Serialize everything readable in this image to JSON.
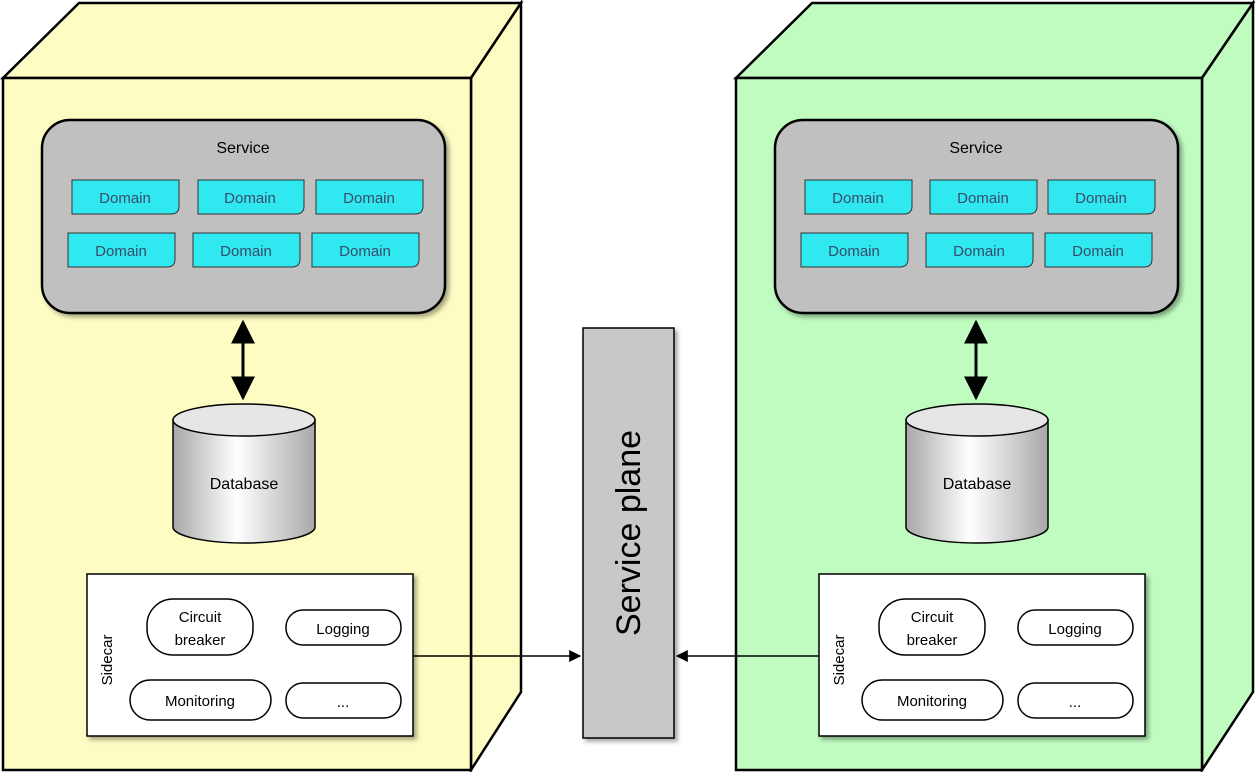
{
  "colors": {
    "left_container": "#fdfcc3",
    "right_container": "#c0fcc0",
    "service_box": "#c0c0c0",
    "domain_box": "#30e8f0",
    "plane_box": "#c8c8c8"
  },
  "left": {
    "service_label": "Service",
    "domains": [
      "Domain",
      "Domain",
      "Domain",
      "Domain",
      "Domain",
      "Domain"
    ],
    "database_label": "Database",
    "sidecar": {
      "label": "Sidecar",
      "circuit_line1": "Circuit",
      "circuit_line2": "breaker",
      "logging": "Logging",
      "monitoring": "Monitoring",
      "more": "..."
    }
  },
  "right": {
    "service_label": "Service",
    "domains": [
      "Domain",
      "Domain",
      "Domain",
      "Domain",
      "Domain",
      "Domain"
    ],
    "database_label": "Database",
    "sidecar": {
      "label": "Sidecar",
      "circuit_line1": "Circuit",
      "circuit_line2": "breaker",
      "logging": "Logging",
      "monitoring": "Monitoring",
      "more": "..."
    }
  },
  "service_plane": {
    "label": "Service plane"
  }
}
